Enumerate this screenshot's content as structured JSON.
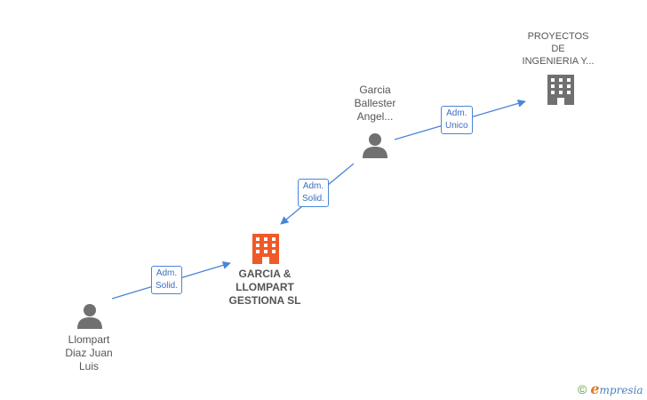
{
  "nodes": {
    "proyectos": {
      "label_lines": [
        "PROYECTOS",
        "DE",
        "INGENIERIA Y..."
      ],
      "kind": "company",
      "color": "#707070"
    },
    "garcia_ballester": {
      "label_lines": [
        "Garcia",
        "Ballester",
        "Angel..."
      ],
      "kind": "person",
      "color": "#707070"
    },
    "garcia_llompart": {
      "label_lines": [
        "GARCIA &",
        "LLOMPART",
        "GESTIONA SL"
      ],
      "kind": "company",
      "color": "#f05a28"
    },
    "llompart_diaz": {
      "label_lines": [
        "Llompart",
        "Diaz Juan",
        "Luis"
      ],
      "kind": "person",
      "color": "#707070"
    }
  },
  "edges": [
    {
      "from": "garcia_ballester",
      "to": "proyectos",
      "label_lines": [
        "Adm.",
        "Unico"
      ]
    },
    {
      "from": "garcia_ballester",
      "to": "garcia_llompart",
      "label_lines": [
        "Adm.",
        "Solid."
      ]
    },
    {
      "from": "llompart_diaz",
      "to": "garcia_llompart",
      "label_lines": [
        "Adm.",
        "Solid."
      ]
    }
  ],
  "colors": {
    "edge": "#4a86d8"
  },
  "brand": {
    "copyright": "©",
    "name_initial": "e",
    "name_rest": "mpresia"
  }
}
